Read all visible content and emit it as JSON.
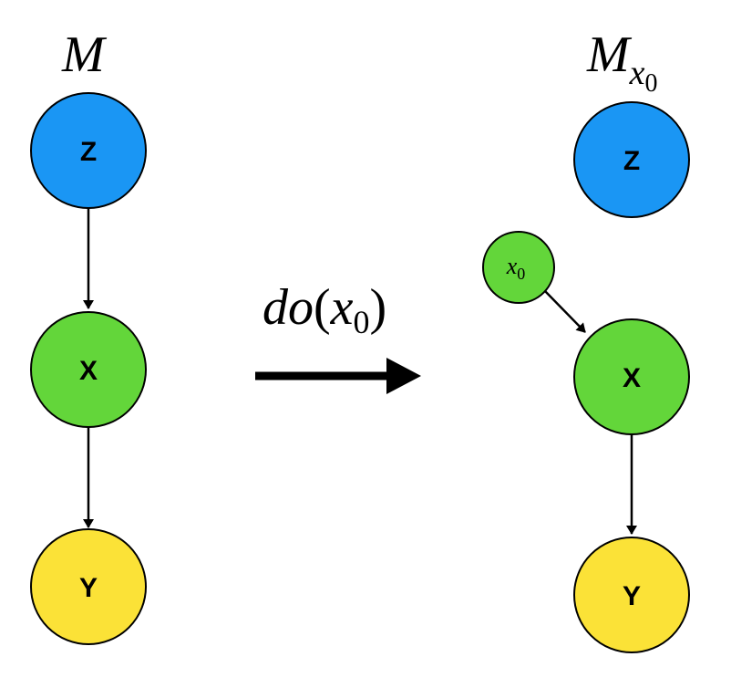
{
  "colors": {
    "z_node": "#1a96f4",
    "x_node": "#63d63a",
    "y_node": "#fbe237",
    "stroke": "#000000"
  },
  "left_model": {
    "title": "M",
    "nodes": {
      "z": "Z",
      "x": "X",
      "y": "Y"
    }
  },
  "intervention": {
    "op": "do",
    "open_paren": "(",
    "var": "x",
    "sub": "0",
    "close_paren": ")"
  },
  "right_model": {
    "title": "M",
    "title_sub_var": "x",
    "title_sub_index": "0",
    "nodes": {
      "z": "Z",
      "x0_var": "x",
      "x0_sub": "0",
      "x": "X",
      "y": "Y"
    }
  }
}
